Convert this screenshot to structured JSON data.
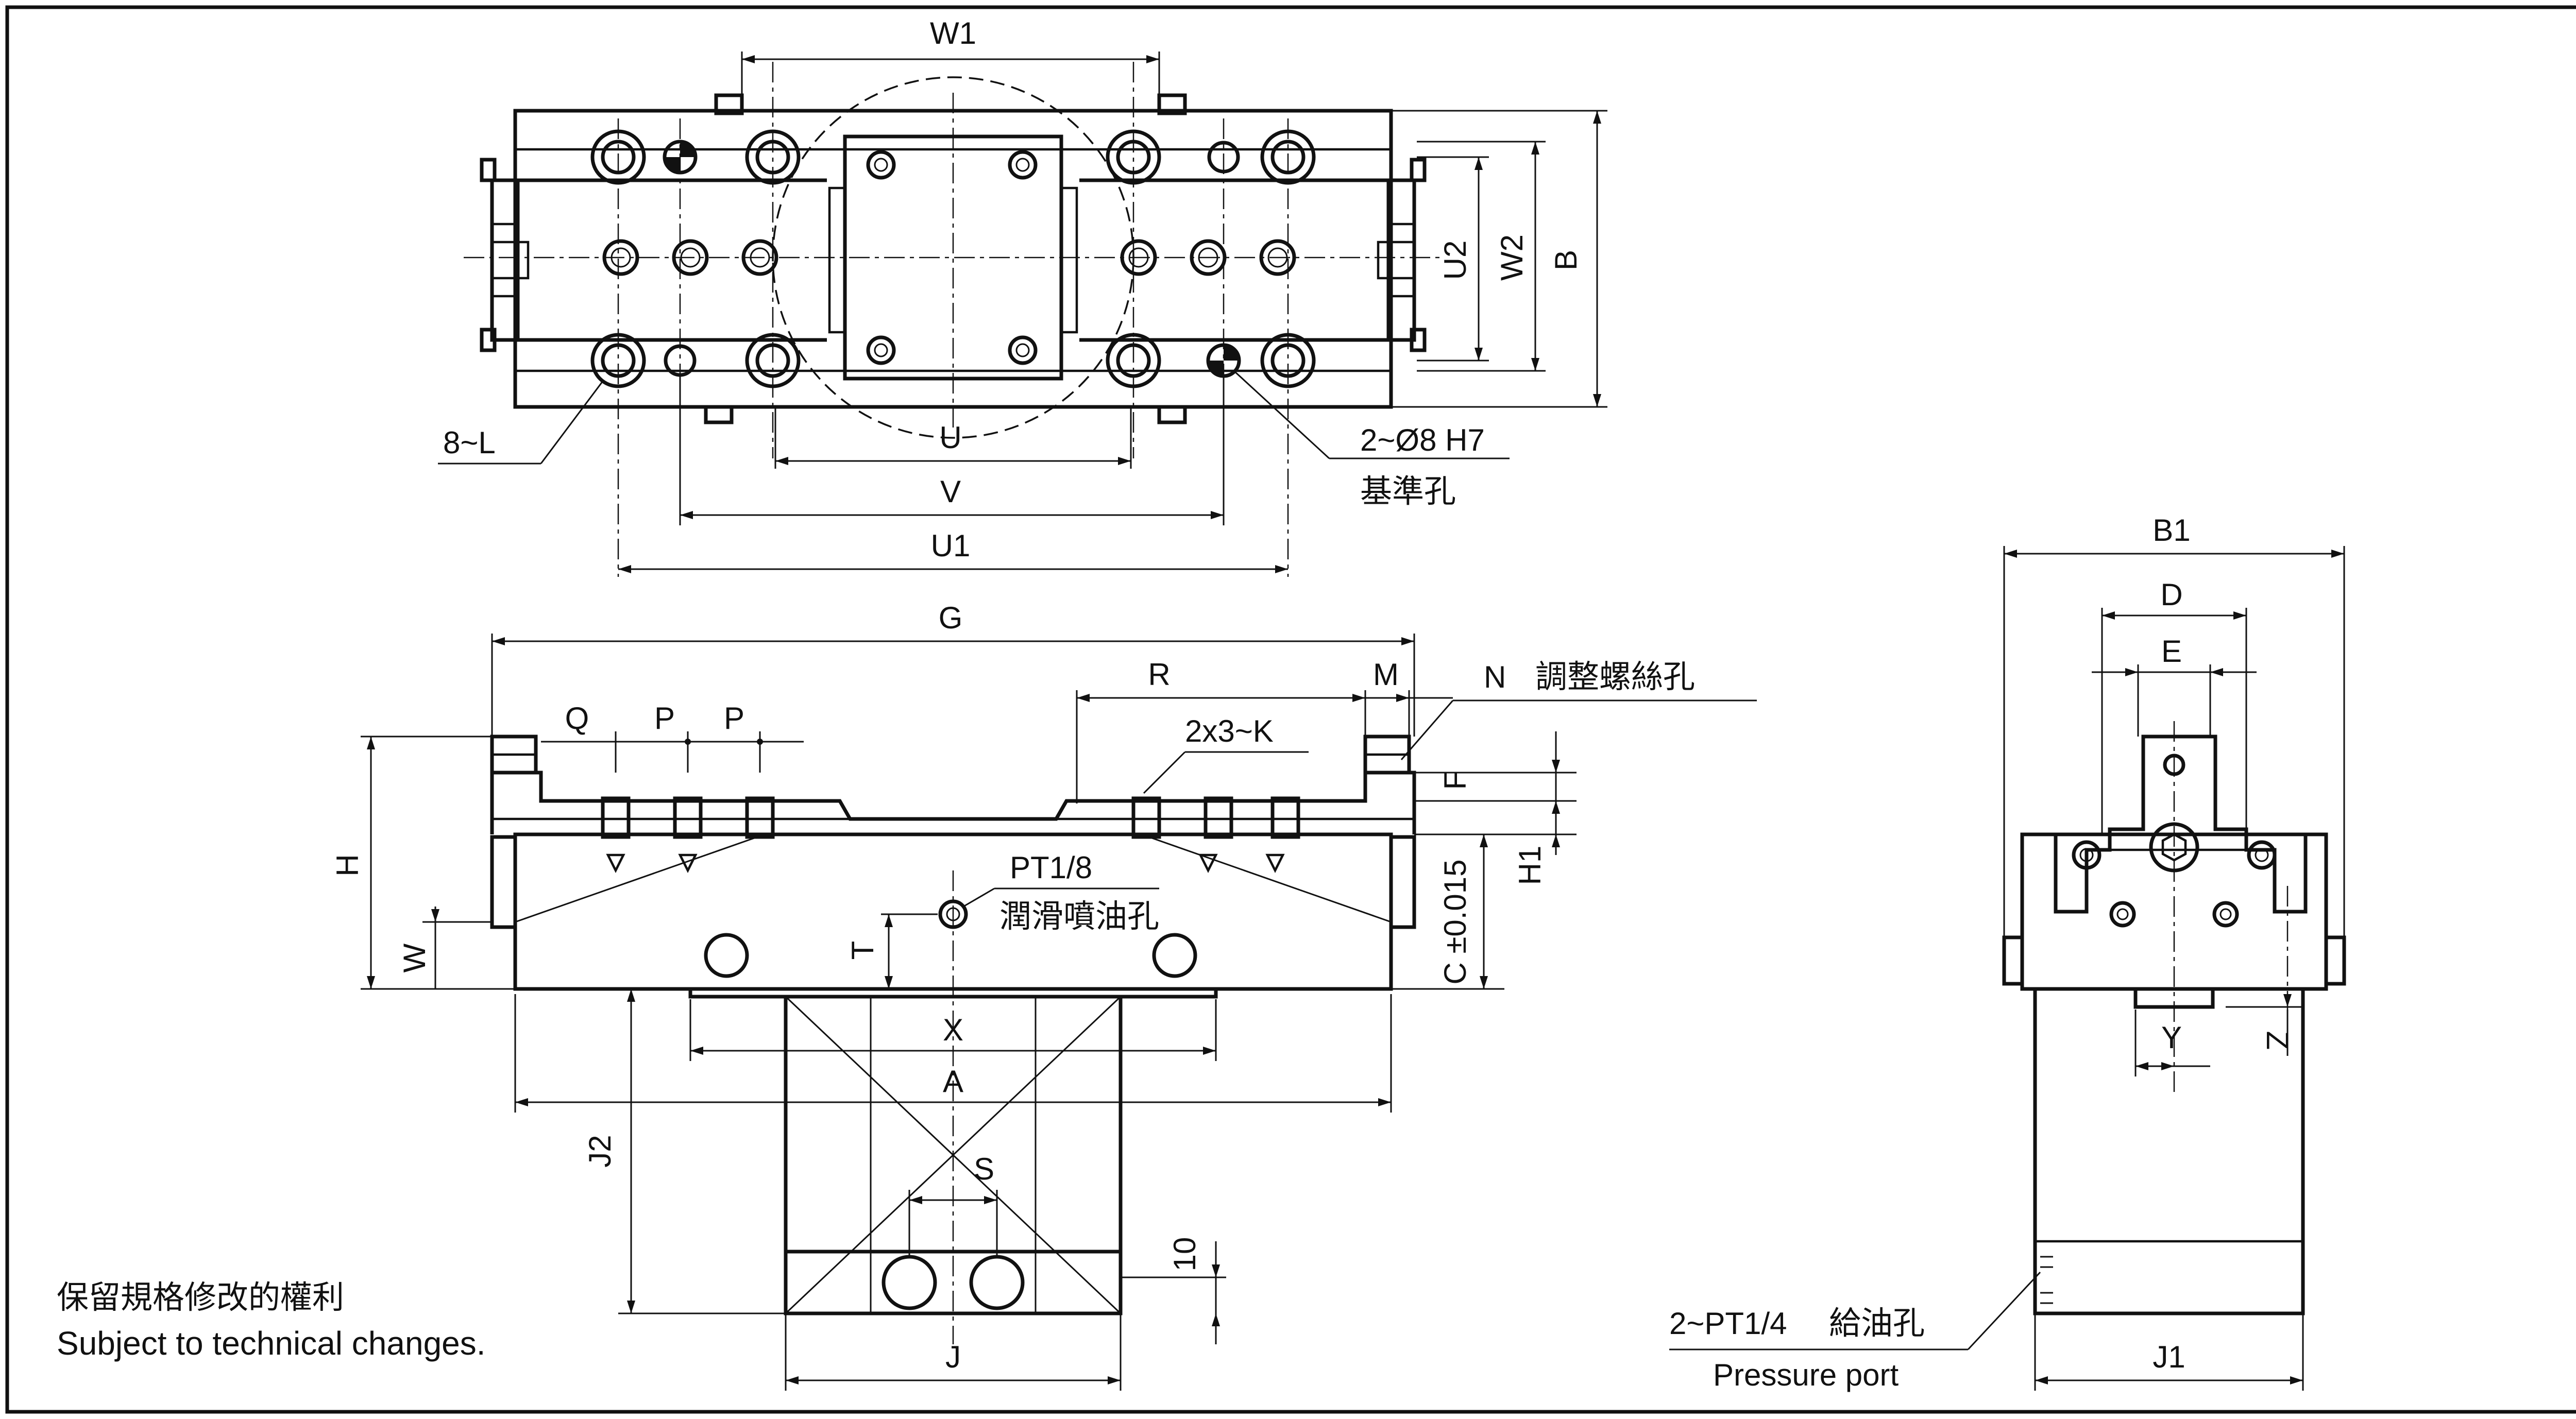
{
  "top_view_labels": {
    "w1": "W1",
    "u2": "U2",
    "w2": "W2",
    "b": "B",
    "mount_holes": "8~L",
    "u": "U",
    "v": "V",
    "u1": "U1",
    "ref_holes": "2~Ø8 H7",
    "ref_holes_cn": "基準孔"
  },
  "front_view_labels": {
    "g": "G",
    "r": "R",
    "m": "M",
    "n": "N",
    "n_cn": "調整螺絲孔",
    "q": "Q",
    "p1": "P",
    "p2": "P",
    "k": "2x3~K",
    "f": "F",
    "h": "H",
    "h1": "H1",
    "c": "C ±0.015",
    "pt18": "PT1/8",
    "pt18_cn": "潤滑噴油孔",
    "t": "T",
    "w": "W",
    "x": "X",
    "a": "A",
    "j2": "J2",
    "s": "S",
    "ten": "10",
    "j": "J"
  },
  "side_view_labels": {
    "b1": "B1",
    "d": "D",
    "e": "E",
    "y": "Y",
    "z": "Z",
    "pressure_port_code": "2~PT1/4",
    "pressure_port_cn": "給油孔",
    "pressure_port_en": "Pressure port",
    "j1": "J1"
  },
  "notes": {
    "cn": "保留規格修改的權利",
    "en": "Subject to technical changes."
  }
}
